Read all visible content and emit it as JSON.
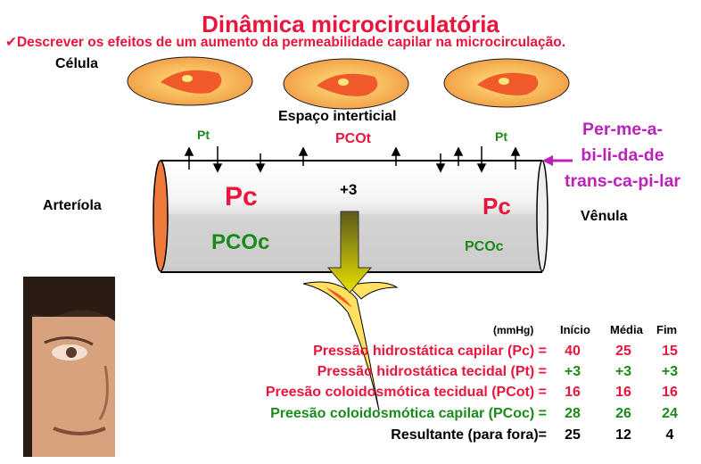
{
  "title": "Dinâmica microcirculatória",
  "subtitle": "✔Descrever os efeitos de um aumento da permeabilidade capilar na microcirculação.",
  "labels": {
    "celula": "Célula",
    "espaco": "Espaço interticial",
    "pt_left": "Pt",
    "pt_right": "Pt",
    "pcot_top": "PCOt",
    "arteriola": "Arteríola",
    "venula": "Vênula",
    "pc_left": "Pc",
    "pc_right": "Pc",
    "pcoc_left": "PCOc",
    "pcoc_right": "PCOc",
    "plus_mid": "+3",
    "permeabilidade": [
      "Per-me-a-",
      "bi-li-da-de",
      "trans-ca-pi-lar"
    ]
  },
  "table": {
    "unit": "(mmHg)",
    "headers": [
      "Início",
      "Média",
      "Fim"
    ],
    "rows": [
      {
        "label": "Pressão hidrostática  capilar (Pc) =",
        "values": [
          "40",
          "25",
          "15"
        ],
        "color": "#e8163c"
      },
      {
        "label": "Pressão hidrostática tecidal (Pt) =",
        "values": [
          "+3",
          "+3",
          "+3"
        ],
        "color": "#e8163c",
        "value_color": "#1a8a1a"
      },
      {
        "label": "Preesão coloidosmótica tecidual (PCot) =",
        "values": [
          "16",
          "16",
          "16"
        ],
        "color": "#e8163c"
      },
      {
        "label": "Preesão coloidosmótica capilar (PCoc) =",
        "values": [
          "28",
          "26",
          "24"
        ],
        "color": "#1a8a1a"
      },
      {
        "label": "Resultante (para fora)=",
        "values": [
          "25",
          "12",
          "4"
        ],
        "color": "#000000"
      }
    ]
  },
  "colors": {
    "accent_red": "#e8163c",
    "accent_green": "#1a8a1a",
    "accent_purple": "#bb22bb",
    "cell_orange": "#f08a2a",
    "cell_yellow": "#ffe060"
  }
}
